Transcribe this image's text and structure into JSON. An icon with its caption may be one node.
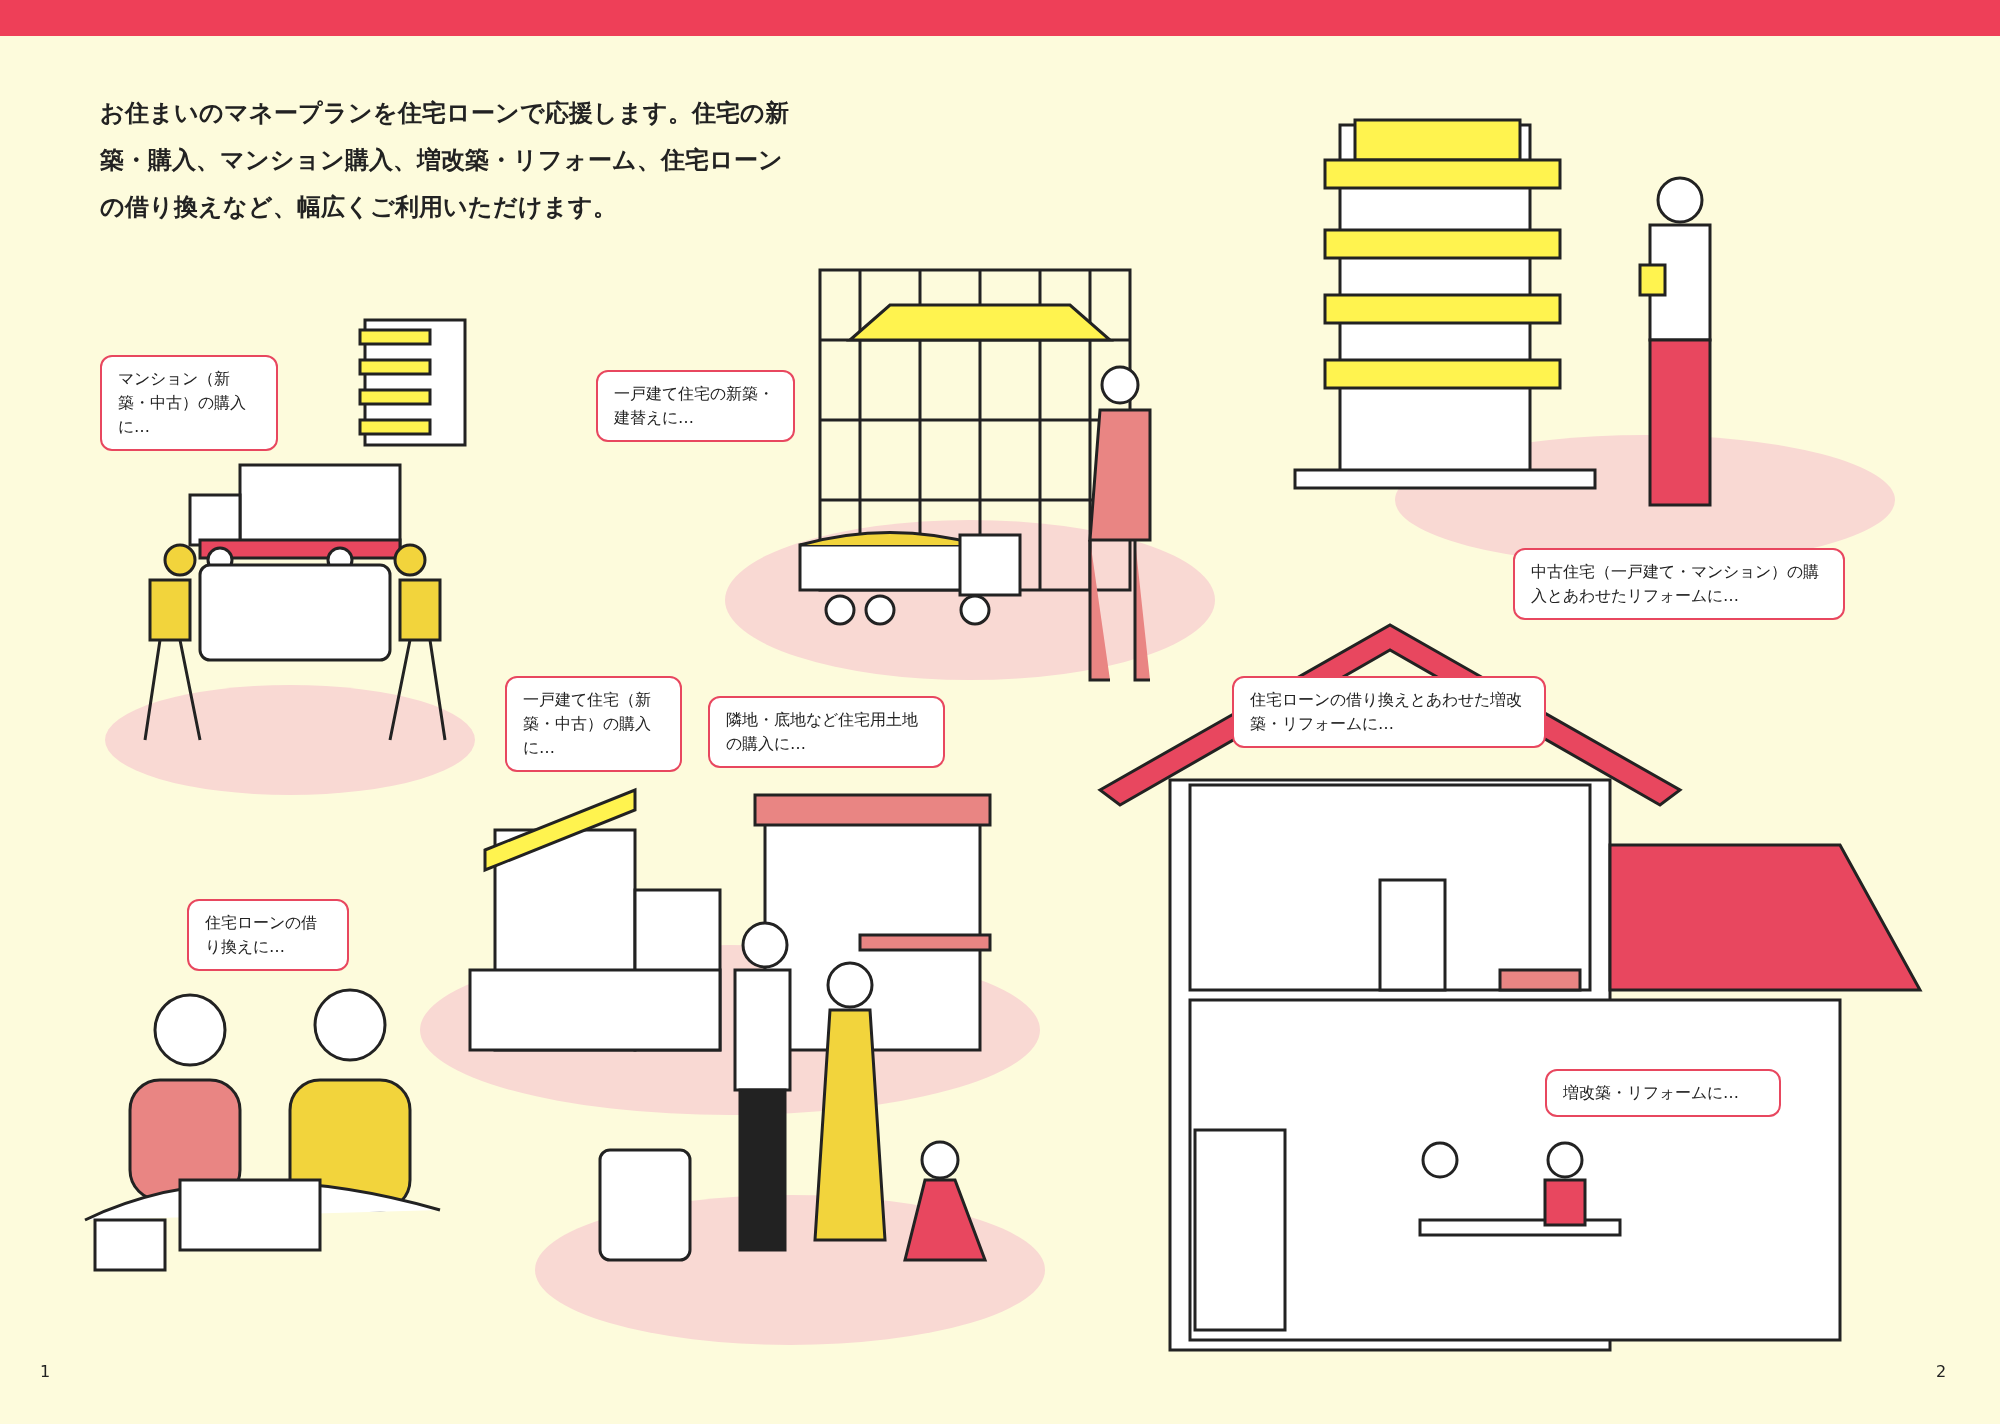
{
  "diagram": {
    "title": "お住まいのマネープランを住宅ローンで応援します。住宅の新築・購入、マンション購入、増改築・リフォーム、住宅ローンの借り換えなど、幅広くご利用いただけます。",
    "nodes": [
      {
        "text": [
          "マンション（新築・中古）の購入に…"
        ]
      },
      {
        "text": [
          "一戸建て住宅の新築・建替えに…"
        ]
      },
      {
        "text": [
          "中古住宅（一戸建て・マンション）の購入とあわせたリフォームに…"
        ]
      },
      {
        "text": [
          "一戸建て住宅（新築・中古）の購入に…"
        ]
      },
      {
        "text": [
          "隣地・底地など住宅用土地の購入に…"
        ]
      },
      {
        "text": [
          "住宅ローンの借り換えとあわせた増改築・リフォームに…"
        ]
      },
      {
        "text": [
          "住宅ローンの借り換えに…"
        ]
      },
      {
        "text": [
          "増改築・リフォームに…"
        ]
      }
    ],
    "edges": [],
    "labels": [
      "1",
      "2"
    ]
  }
}
